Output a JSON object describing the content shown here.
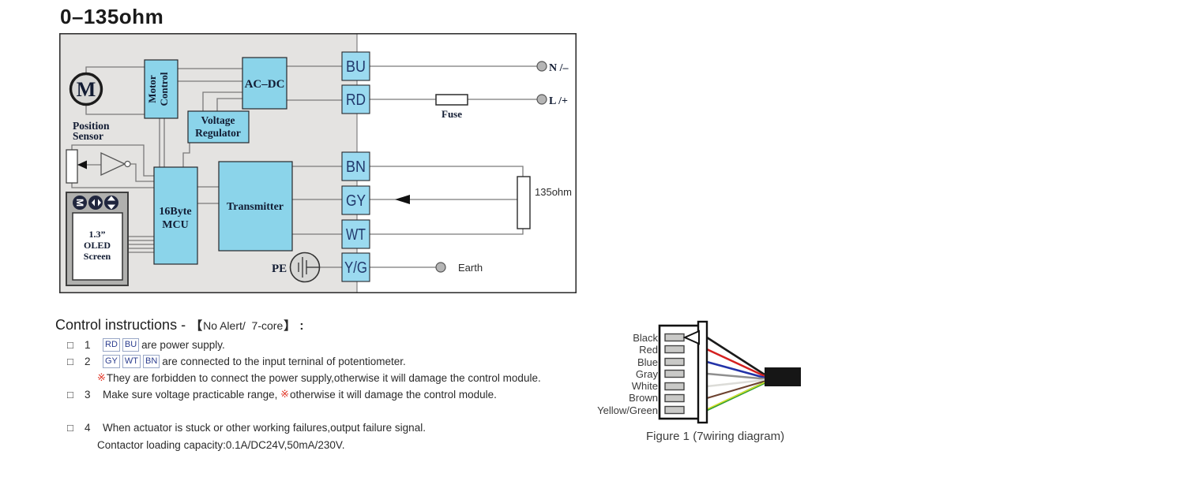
{
  "title": "0–135ohm",
  "diagram": {
    "blocks": {
      "motor": "M",
      "motor_control": [
        "Motor",
        "Control"
      ],
      "ac_dc": "AC–DC",
      "voltage_regulator": [
        "Voltage",
        "Regulator"
      ],
      "mcu": [
        "16Byte",
        "MCU"
      ],
      "transmitter": "Transmitter",
      "position_sensor": [
        "Position",
        "Sensor"
      ],
      "oled": [
        "1.3”",
        "OLED",
        "Screen"
      ],
      "pe": "PE",
      "fuse": "Fuse"
    },
    "wire_tags": [
      "BU",
      "RD",
      "BN",
      "GY",
      "WT",
      "Y/G"
    ],
    "terminals": {
      "n": "N /–",
      "l": "L /+",
      "earth": "Earth",
      "resistor": "135ohm"
    }
  },
  "instructions": {
    "heading_main": "Control instructions - ",
    "heading_bracket_open": "【",
    "heading_bracket_text": "No Alert/  7-core",
    "heading_bracket_close": "】",
    "heading_colon": ":",
    "checkbox": "□",
    "items": [
      {
        "num": "1",
        "chips": [
          "RD",
          "BU"
        ],
        "text": "are power supply."
      },
      {
        "num": "2",
        "chips": [
          "GY",
          "WT",
          "BN"
        ],
        "text": "are connected to the input terninal of potentiometer.",
        "warn_mark": "※",
        "warn": "They are forbidden to connect the power supply,otherwise it will damage the control module."
      },
      {
        "num": "3",
        "text_before": "Make sure voltage practicable range, ",
        "warn_mark": "※",
        "text_after": "otherwise it will damage the control module."
      },
      {
        "num": "4",
        "text": "When actuator is stuck or other working failures,output failure signal.",
        "text2": "Contactor loading capacity:0.1A/DC24V,50mA/230V."
      }
    ]
  },
  "figure": {
    "wires": [
      {
        "label": "Black",
        "color": "#1a1a1a"
      },
      {
        "label": "Red",
        "color": "#d42020"
      },
      {
        "label": "Blue",
        "color": "#2333a8"
      },
      {
        "label": "Gray",
        "color": "#8f8f8f"
      },
      {
        "label": "White",
        "color": "#dcdcd8"
      },
      {
        "label": "Brown",
        "color": "#6d4230"
      },
      {
        "label": "Yellow/Green",
        "color": "#33a033",
        "color2": "#e3e32a"
      }
    ],
    "caption": "Figure 1 (7wiring diagram)"
  },
  "colors": {
    "block_fill": "#8bd4ea",
    "tag_fill": "#9bdaf0",
    "tag_text": "#21386b",
    "motor_red": "#e0331b",
    "warn_red": "#e03222",
    "shade_gray": "#e4e3e1"
  }
}
